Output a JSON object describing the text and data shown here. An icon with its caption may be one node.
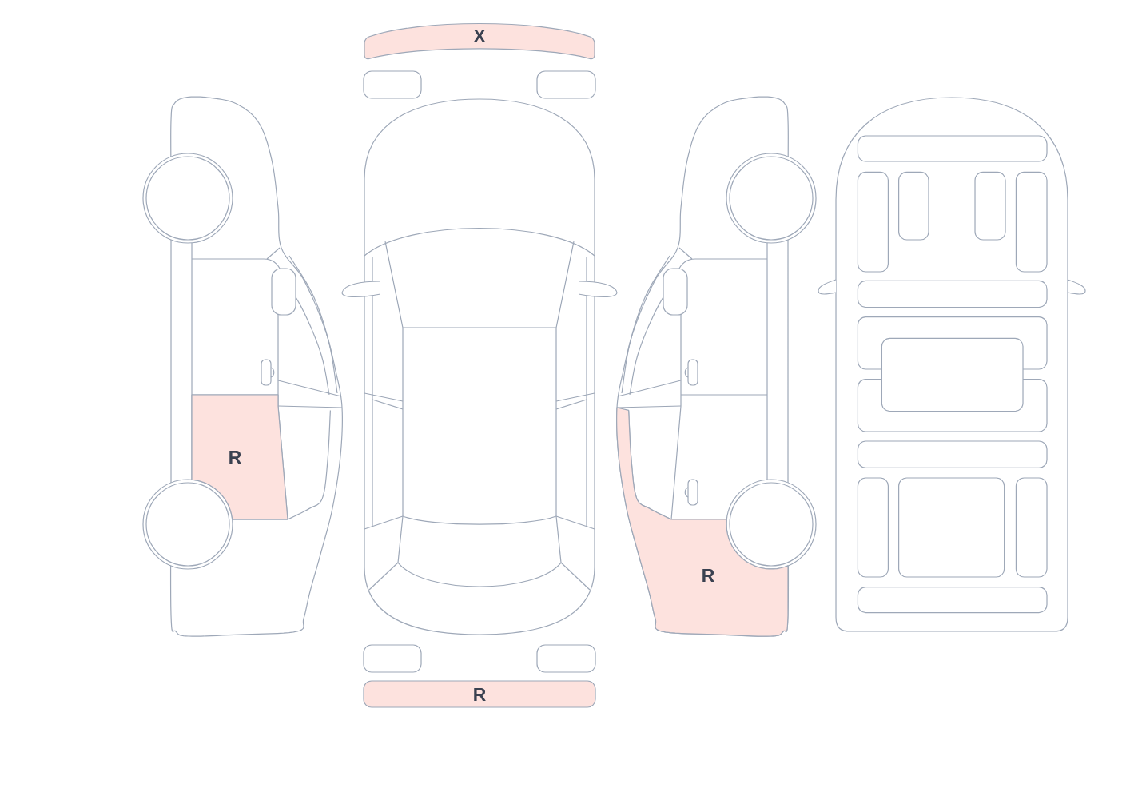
{
  "diagram": {
    "nodes": [
      {
        "text": [
          "X"
        ]
      },
      {
        "text": [
          "R"
        ]
      },
      {
        "text": [
          "R"
        ]
      },
      {
        "text": [
          "R"
        ]
      }
    ]
  }
}
